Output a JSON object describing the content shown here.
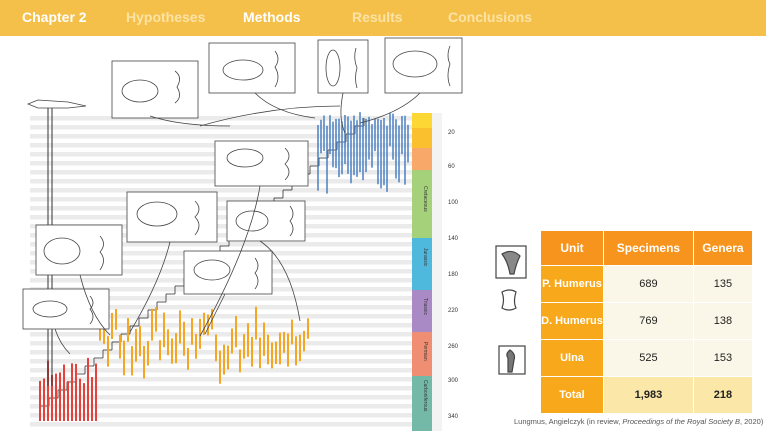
{
  "nav": {
    "items": [
      {
        "label": "Chapter 2",
        "active": true
      },
      {
        "label": "Hypotheses",
        "active": false
      },
      {
        "label": "Methods",
        "active": true
      },
      {
        "label": "Results",
        "active": false
      },
      {
        "label": "Conclusions",
        "active": false
      }
    ]
  },
  "timescale": {
    "ticks": [
      "20",
      "60",
      "100",
      "140",
      "180",
      "220",
      "260",
      "300",
      "340"
    ],
    "periods": [
      "Cretaceous",
      "Jurassic",
      "Triassic",
      "Permian",
      "Carboniferous"
    ]
  },
  "table": {
    "headers": [
      "Unit",
      "Specimens",
      "Genera"
    ],
    "rows": [
      {
        "unit": "P. Humerus",
        "specimens": "689",
        "genera": "135"
      },
      {
        "unit": "D. Humerus",
        "specimens": "769",
        "genera": "138"
      },
      {
        "unit": "Ulna",
        "specimens": "525",
        "genera": "153"
      }
    ],
    "total": {
      "unit": "Total",
      "specimens": "1,983",
      "genera": "218"
    }
  },
  "citation": {
    "authors": "Lungmus, Angielczyk (in review, ",
    "journal": "Proceedings of the Royal Society B",
    "year": ", 2020)"
  },
  "colors": {
    "topbar": "#f5c04a",
    "clade_red": "#e8413c",
    "clade_orange": "#f5a623",
    "clade_blue": "#4a7fc1",
    "table_header": "#f7941d",
    "table_unit": "#f7a81b"
  }
}
